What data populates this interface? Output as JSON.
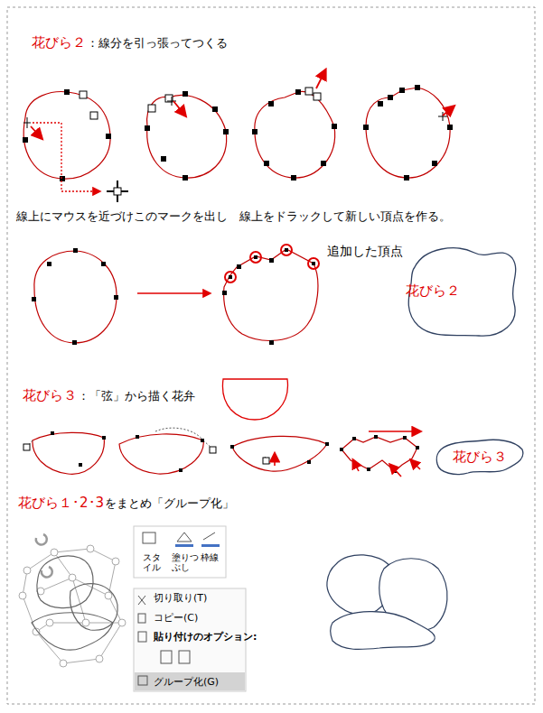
{
  "diagram": {
    "nodes": [
      {
        "text": [
          "花びら２"
        ]
      },
      {
        "text": [
          "花びら３"
        ]
      }
    ],
    "labels": [
      "花びら２",
      "：線分を引っ張ってつくる",
      "線上にマウスを近づけこのマークを出し　線上をドラックして新しい頂点を作る。",
      "追加した頂点",
      "花びら３",
      "：「弦」から描く花弁",
      "花びら１･2･3",
      "をまとめ「グループ化」",
      "スタイル",
      "塗りつぶし",
      "枠線",
      "切り取り(T)",
      "コピー(C)",
      "貼り付けのオプション:",
      "グループ化(G)"
    ]
  }
}
